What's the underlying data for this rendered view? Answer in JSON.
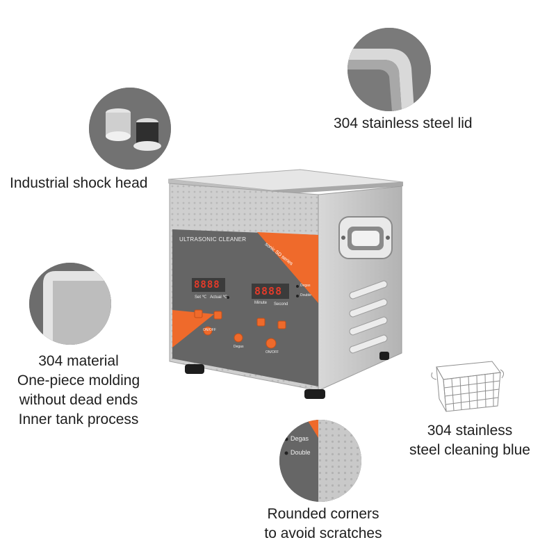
{
  "machine": {
    "panel_title": "ULTRASONIC CLEANER",
    "series_text": "sonic SD series",
    "left_display": "8888",
    "right_display": "8888",
    "left_units": "Set ℃   Actual ℃",
    "minute_label": "Minute",
    "second_label": "Second",
    "degas_label": "Degas",
    "double_label": "Double",
    "onoff_left": "ON/OFF",
    "degas_btn": "Degas",
    "onoff_right": "ON/OFF"
  },
  "callouts": {
    "lid": "304 stainless steel lid",
    "shock": "Industrial shock head",
    "material_lines": [
      "304 material",
      "One-piece molding",
      "without dead ends",
      "Inner tank process"
    ],
    "basket_lines": [
      "304 stainless",
      "steel cleaning blue"
    ],
    "corners_lines": [
      "Rounded corners",
      "to avoid scratches"
    ]
  },
  "detail_circle": {
    "degas": "Degas",
    "double": "Double"
  },
  "colors": {
    "panel_gray": "#636363",
    "accent_orange": "#ef6a2b",
    "display_red": "#e23b2a",
    "steel": "#c9c9c9"
  }
}
